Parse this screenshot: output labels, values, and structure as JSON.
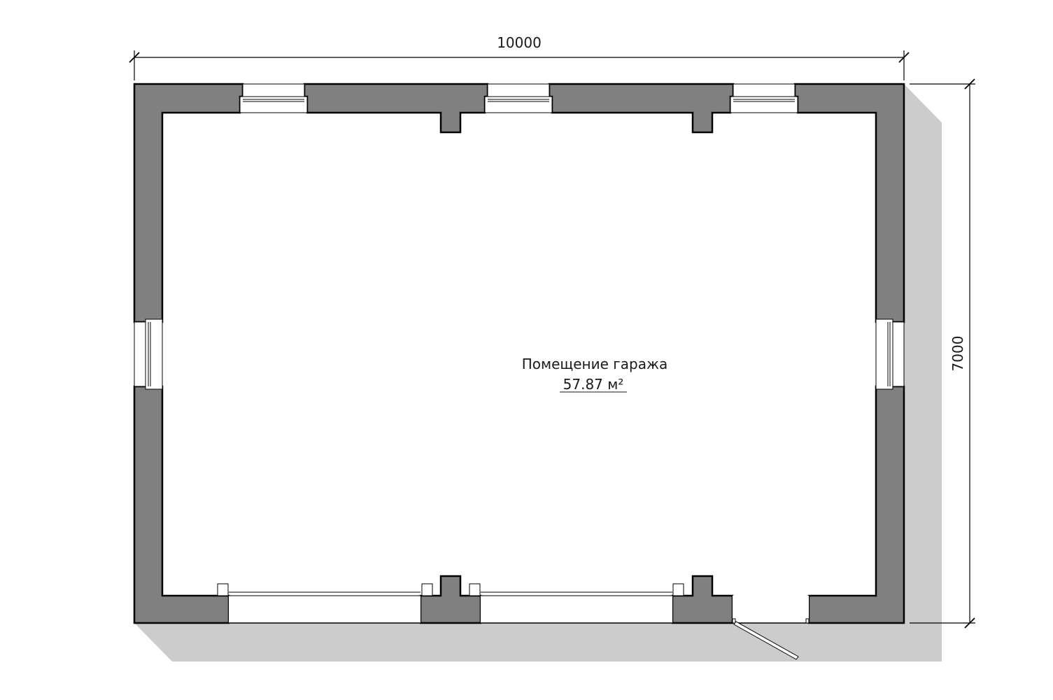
{
  "dimensions": {
    "width_label": "10000",
    "height_label": "7000"
  },
  "room": {
    "name": "Помещение гаража",
    "area": "57.87 м²"
  },
  "colors": {
    "wall_fill": "#808080",
    "wall_stroke": "#000000",
    "shadow": "#cccccc",
    "background": "#ffffff"
  }
}
